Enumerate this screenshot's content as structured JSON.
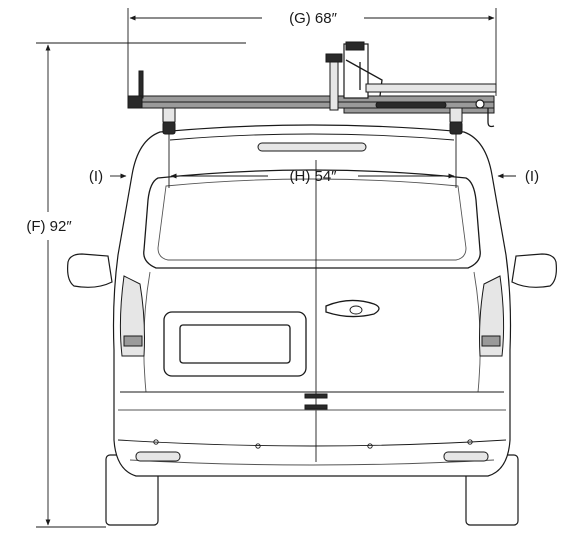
{
  "dimensions": {
    "overall_width": "(G) 68″",
    "inner_width": "(H) 54″",
    "height": "(F) 92″",
    "clearance_left": "(I)",
    "clearance_right": "(I)"
  }
}
